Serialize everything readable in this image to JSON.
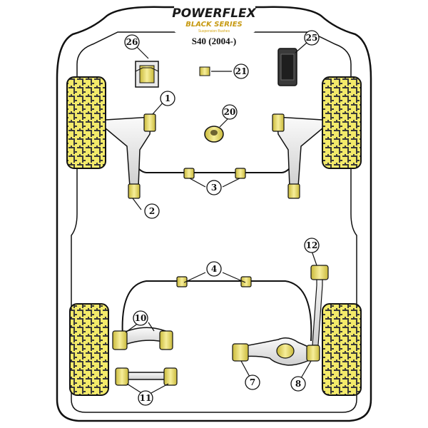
{
  "brand": {
    "name": "POWERFLEX",
    "series": "BLACK SERIES",
    "tagline": "Suspension Bushes"
  },
  "model_title": "S40 (2004-)",
  "callouts": [
    "1",
    "2",
    "3",
    "4",
    "7",
    "8",
    "10",
    "11",
    "12",
    "20",
    "21",
    "25",
    "26"
  ],
  "colors": {
    "outline": "#111111",
    "tyre_fill": "#f3ea6a",
    "tyre_tread": "#3a3a3a",
    "bush_fill": "#f0e27a",
    "arm_fill": "#eeeeee"
  }
}
